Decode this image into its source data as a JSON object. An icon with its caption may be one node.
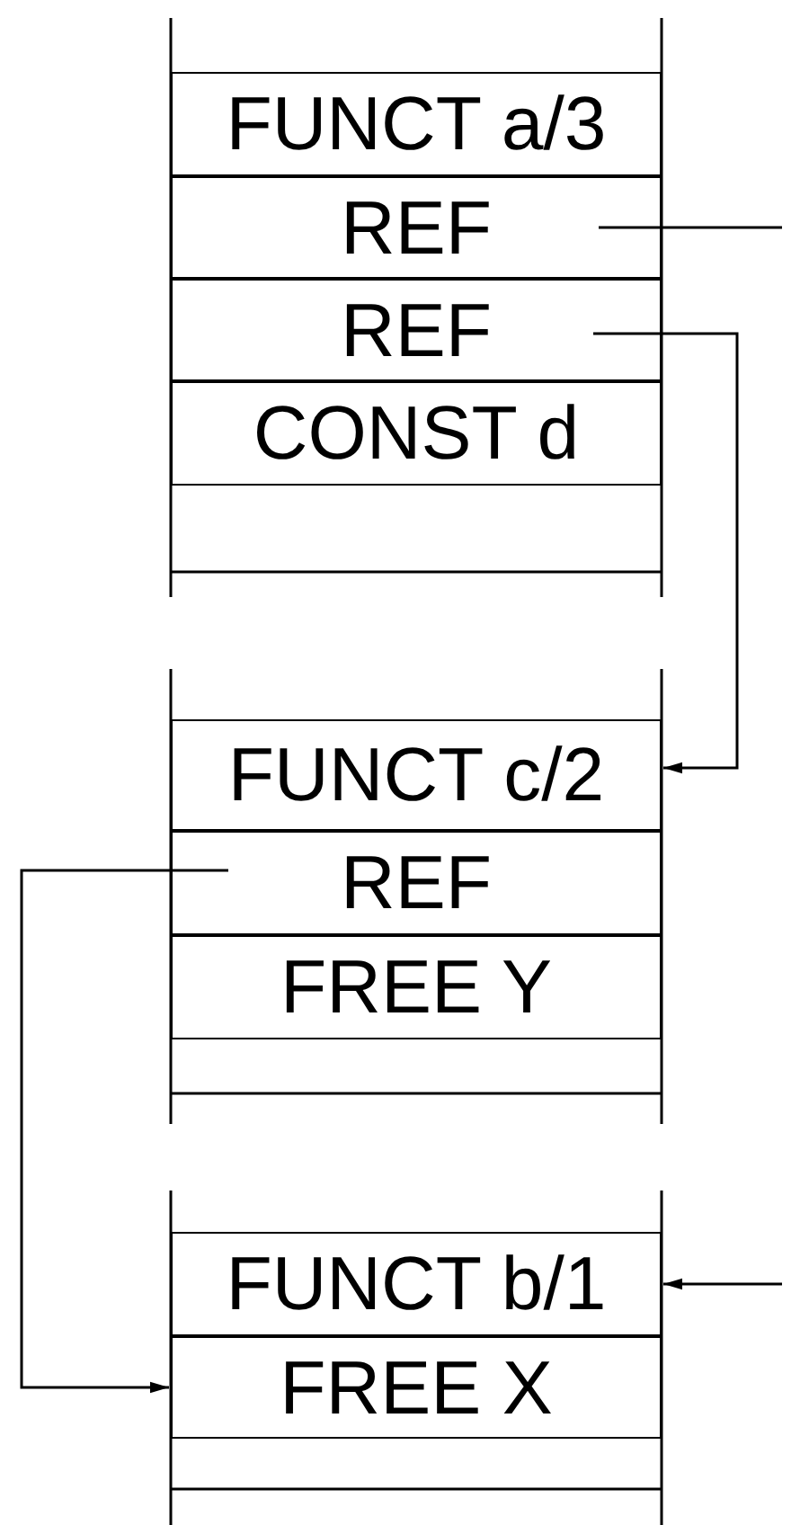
{
  "diagram": {
    "nodes": [
      {
        "text": [
          "FUNCT a/3"
        ]
      },
      {
        "text": [
          "REF"
        ]
      },
      {
        "text": [
          "REF"
        ]
      },
      {
        "text": [
          "CONST d"
        ]
      },
      {
        "text": [
          "FUNCT c/2"
        ]
      },
      {
        "text": [
          "REF"
        ]
      },
      {
        "text": [
          "FREE Y"
        ]
      },
      {
        "text": [
          "FUNCT b/1"
        ]
      },
      {
        "text": [
          "FREE X"
        ]
      }
    ],
    "edges": [
      {
        "from": 1,
        "to": null,
        "arrow": "none"
      },
      {
        "from": 2,
        "to": 4,
        "arrow": "to"
      },
      {
        "from": 5,
        "to": 8,
        "arrow": "to"
      },
      {
        "from": null,
        "to": 7,
        "arrow": "to"
      }
    ]
  }
}
